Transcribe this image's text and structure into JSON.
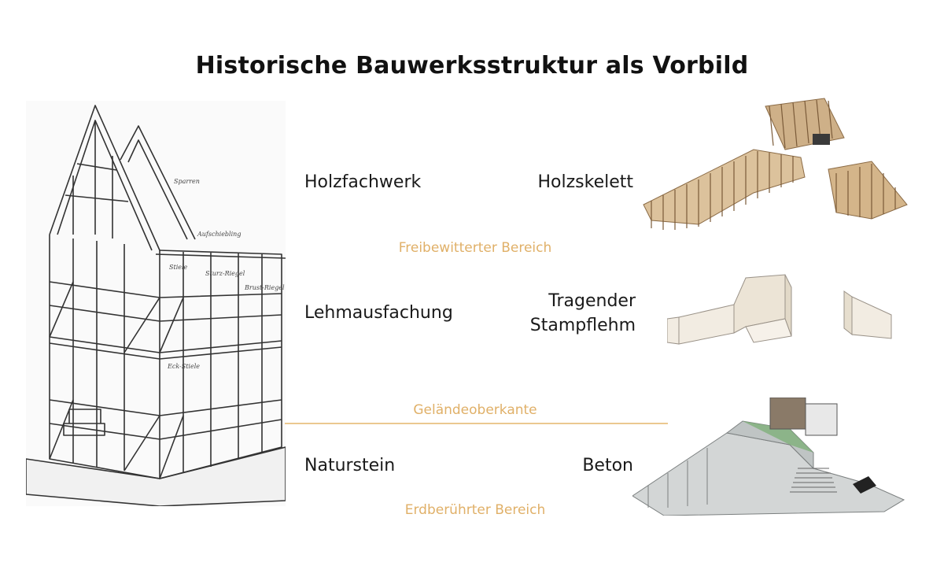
{
  "title": "Historische Bauwerksstruktur als Vorbild",
  "left_labels": {
    "top": "Holzfachwerk",
    "middle": "Lehmausfachung",
    "bottom": "Naturstein"
  },
  "right_labels": {
    "top": "Holzskelett",
    "middle_line1": "Tragender",
    "middle_line2": "Stampflehm",
    "bottom": "Beton"
  },
  "zones": {
    "upper": "Freibewitterter Bereich",
    "ground": "Geländeoberkante",
    "lower": "Erdberührter Bereich"
  },
  "sketch_annotations": [
    "Sparren",
    "Aufschiebling",
    "Stiele",
    "Sturz-Riegel",
    "Brust-Riegel",
    "Eck-Stiele"
  ],
  "colors": {
    "accent": "#e0b068",
    "guideline": "#ebc890",
    "text": "#1a1a1a",
    "wood": "#c9a576",
    "earth": "#efe7d9",
    "concrete": "#cfd2d2"
  }
}
